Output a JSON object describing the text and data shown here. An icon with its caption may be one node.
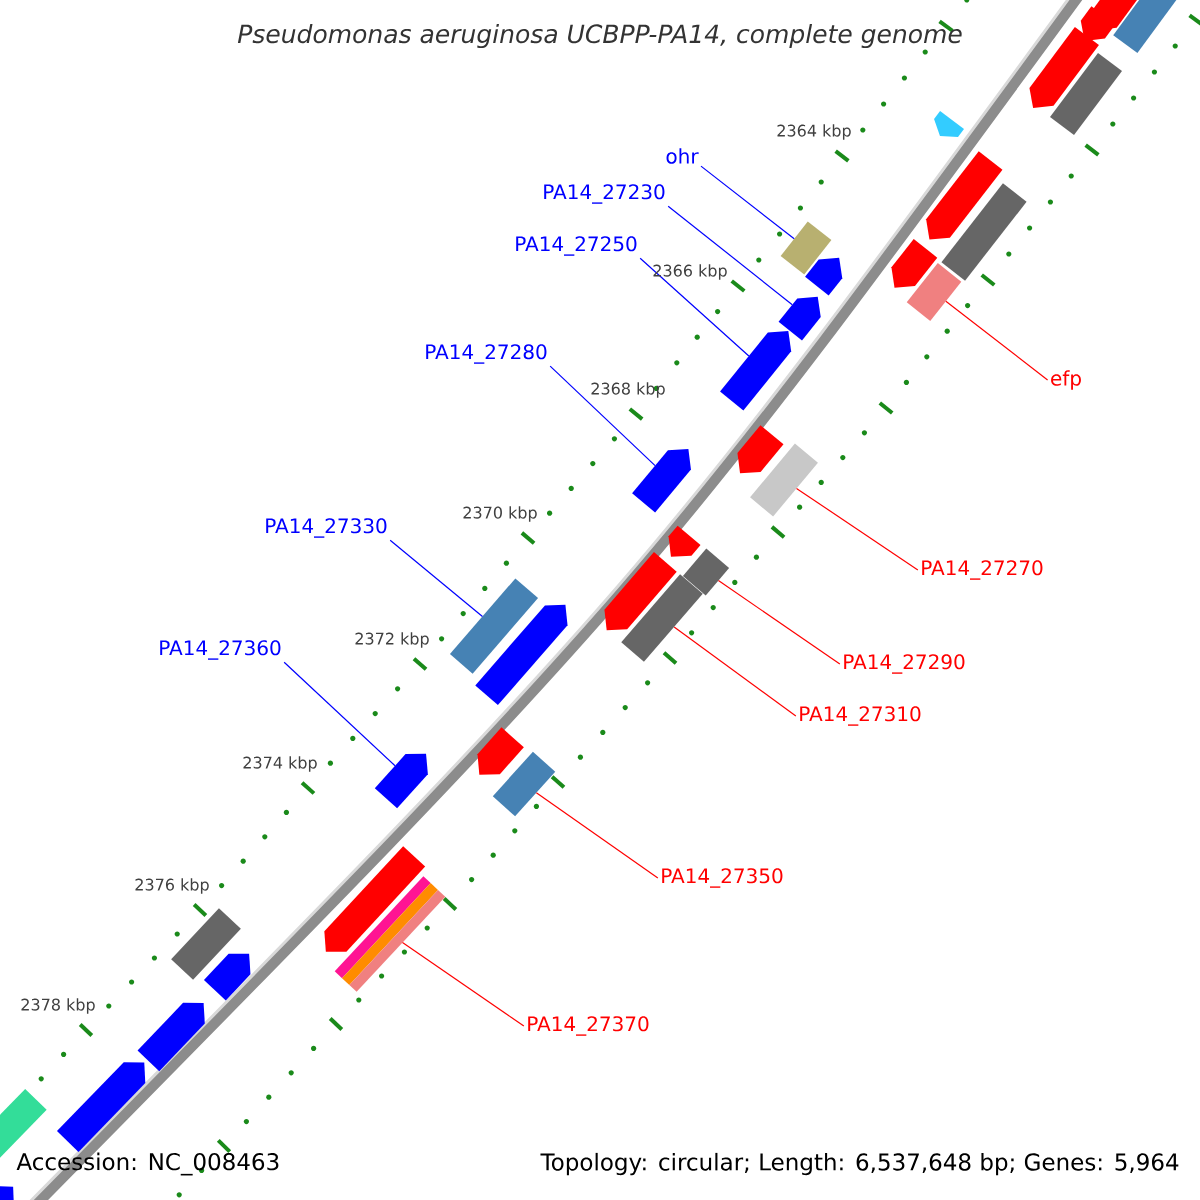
{
  "diagram": {
    "title": "Pseudomonas aeruginosa UCBPP-PA14, complete genome",
    "nodes": [
      {
        "text": [
          "ohr"
        ]
      },
      {
        "text": [
          "PA14_27230"
        ]
      },
      {
        "text": [
          "PA14_27250"
        ]
      },
      {
        "text": [
          "PA14_27280"
        ]
      },
      {
        "text": [
          "efp"
        ]
      },
      {
        "text": [
          "PA14_27330"
        ]
      },
      {
        "text": [
          "PA14_27270"
        ]
      },
      {
        "text": [
          "PA14_27360"
        ]
      },
      {
        "text": [
          "PA14_27290"
        ]
      },
      {
        "text": [
          "PA14_27310"
        ]
      },
      {
        "text": [
          "PA14_27350"
        ]
      },
      {
        "text": [
          "PA14_27370"
        ]
      },
      {
        "text": [],
        "shape": "pentagon"
      },
      {
        "text": [],
        "shape": "box"
      },
      {
        "text": [],
        "shape": "pentagon"
      },
      {
        "text": [],
        "shape": "pentagon"
      },
      {
        "text": [],
        "shape": "box"
      },
      {
        "text": [],
        "shape": "pentagon"
      },
      {
        "text": [],
        "shape": "pentagon"
      },
      {
        "text": [],
        "shape": "box"
      },
      {
        "text": [],
        "shape": "box"
      },
      {
        "text": [],
        "shape": "pentagon"
      },
      {
        "text": [],
        "shape": "pentagon"
      },
      {
        "text": [],
        "shape": "box"
      },
      {
        "text": [],
        "shape": "pentagon"
      },
      {
        "text": [],
        "shape": "pentagon"
      },
      {
        "text": [],
        "shape": "pentagon"
      },
      {
        "text": [],
        "shape": "pentagon"
      },
      {
        "text": [],
        "shape": "box"
      },
      {
        "text": [],
        "shape": "pentagon"
      },
      {
        "text": [],
        "shape": "box"
      },
      {
        "text": [],
        "shape": "pentagon"
      },
      {
        "text": [],
        "shape": "box"
      },
      {
        "text": [],
        "shape": "box"
      },
      {
        "text": [],
        "shape": "pentagon"
      },
      {
        "text": [],
        "shape": "pentagon"
      },
      {
        "text": [],
        "shape": "pentagon"
      },
      {
        "text": [],
        "shape": "box"
      },
      {
        "text": [],
        "shape": "pentagon"
      },
      {
        "text": [],
        "shape": "box"
      },
      {
        "text": [],
        "shape": "box"
      },
      {
        "text": [],
        "shape": "pentagon"
      },
      {
        "text": [],
        "shape": "pentagon"
      },
      {
        "text": [],
        "shape": "pentagon"
      },
      {
        "text": [],
        "shape": "box"
      },
      {
        "text": [],
        "shape": "pentagon"
      }
    ],
    "edges": [
      {
        "from": 0,
        "to": 20,
        "arrow": "none",
        "color": "#0000ff"
      },
      {
        "from": 1,
        "to": 24,
        "arrow": "none",
        "color": "#0000ff"
      },
      {
        "from": 2,
        "to": 25,
        "arrow": "none",
        "color": "#0000ff"
      },
      {
        "from": 3,
        "to": 27,
        "arrow": "none",
        "color": "#0000ff"
      },
      {
        "from": 4,
        "to": 23,
        "arrow": "none",
        "color": "#ff0000"
      },
      {
        "from": 5,
        "to": 33,
        "arrow": "none",
        "color": "#0000ff"
      },
      {
        "from": 6,
        "to": 28,
        "arrow": "none",
        "color": "#ff0000"
      },
      {
        "from": 7,
        "to": 36,
        "arrow": "none",
        "color": "#0000ff"
      },
      {
        "from": 8,
        "to": 30,
        "arrow": "none",
        "color": "#ff0000"
      },
      {
        "from": 9,
        "to": 32,
        "arrow": "none",
        "color": "#ff0000"
      },
      {
        "from": 10,
        "to": 37,
        "arrow": "none",
        "color": "#ff0000"
      },
      {
        "from": 11,
        "to": 39,
        "arrow": "none",
        "color": "#ff0000"
      }
    ],
    "labels": [
      "2364 kbp",
      "2366 kbp",
      "2368 kbp",
      "2370 kbp",
      "2372 kbp",
      "2374 kbp",
      "2376 kbp",
      "2378 kbp",
      "Accession: NC_008463",
      "Topology: circular; Length: 6,537,648 bp; Genes: 5,964"
    ]
  }
}
